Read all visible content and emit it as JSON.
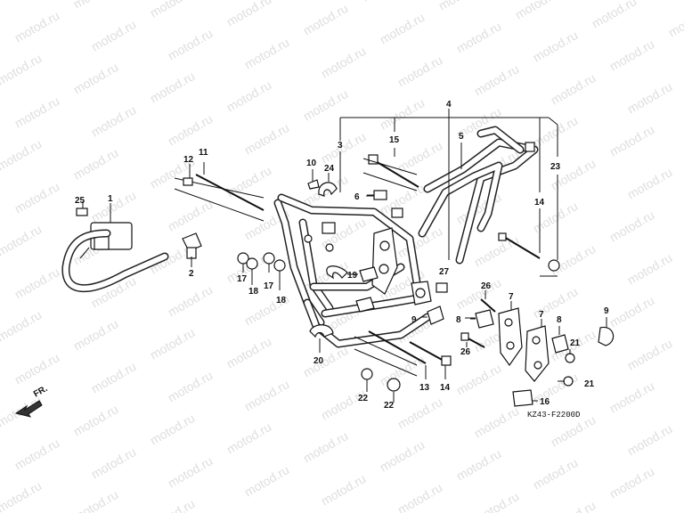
{
  "watermark": "motod.ru",
  "diagram_code": "KZ43-F2200D",
  "direction_label": "FR.",
  "labels": {
    "p1": "1",
    "p2": "2",
    "p3": "3",
    "p4": "4",
    "p5": "5",
    "p6": "6",
    "p7a": "7",
    "p7b": "7",
    "p8a": "8",
    "p8b": "8",
    "p9a": "9",
    "p9b": "9",
    "p10": "10",
    "p11": "11",
    "p12": "12",
    "p13": "13",
    "p14a": "14",
    "p14b": "14",
    "p15": "15",
    "p16": "16",
    "p17a": "17",
    "p17b": "17",
    "p18a": "18",
    "p18b": "18",
    "p19": "19",
    "p20": "20",
    "p21a": "21",
    "p21b": "21",
    "p22a": "22",
    "p22b": "22",
    "p23": "23",
    "p24": "24",
    "p25": "25",
    "p26a": "26",
    "p26b": "26",
    "p27": "27"
  }
}
